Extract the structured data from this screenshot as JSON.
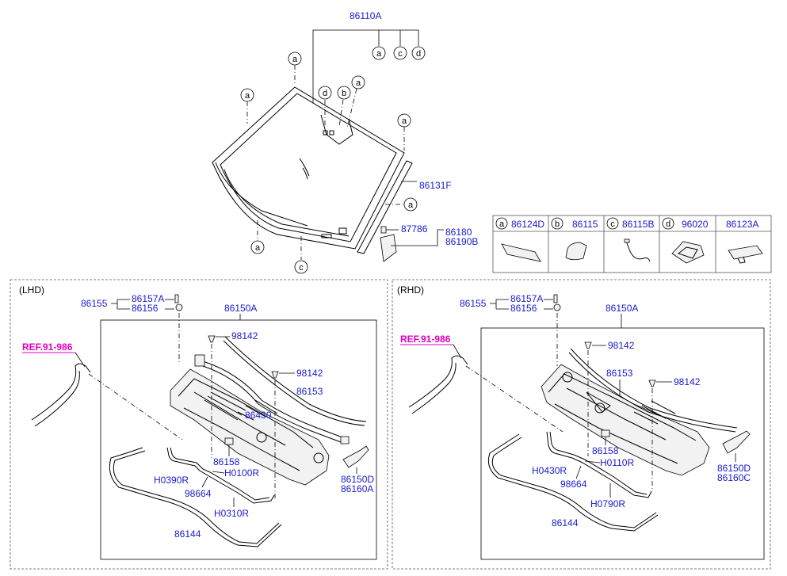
{
  "colors": {
    "part_number": "#1a1acc",
    "reference": "#e000c0",
    "line": "#000000"
  },
  "callouts": {
    "a": "a",
    "b": "b",
    "c": "c",
    "d": "d"
  },
  "windshield": {
    "main": "86110A",
    "molding": "86131F",
    "clip": "87786",
    "side_a": "86180",
    "side_b": "86190B"
  },
  "legend": {
    "cells": [
      {
        "letter": "a",
        "part": "86124D"
      },
      {
        "letter": "b",
        "part": "86115"
      },
      {
        "letter": "c",
        "part": "86115B"
      },
      {
        "letter": "d",
        "part": "96020"
      },
      {
        "letter": "",
        "part": "86123A"
      }
    ]
  },
  "lhd": {
    "title": "(LHD)",
    "ref": "REF.91-986",
    "nozzle_group": "86155",
    "nozzle_a": "86157A",
    "nozzle_b": "86156",
    "cowl": "86150A",
    "clip_upper": "98142",
    "clip_lower": "98142",
    "hose": "86430",
    "strip": "86153",
    "pad": "86158",
    "h_left": "H0390R",
    "h_right": "H0100R",
    "connector": "98664",
    "h_bottom": "H0310R",
    "tube": "86144",
    "side_a": "86150D",
    "side_b": "86160A"
  },
  "rhd": {
    "title": "(RHD)",
    "ref": "REF.91-986",
    "nozzle_group": "86155",
    "nozzle_a": "86157A",
    "nozzle_b": "86156",
    "cowl": "86150A",
    "clip_upper": "98142",
    "clip_lower": "98142",
    "strip": "86153",
    "pad": "86158",
    "h_left": "H0430R",
    "h_right": "H0110R",
    "connector": "98664",
    "h_bottom": "H0790R",
    "tube": "86144",
    "side_a": "86150D",
    "side_b": "86160C"
  }
}
